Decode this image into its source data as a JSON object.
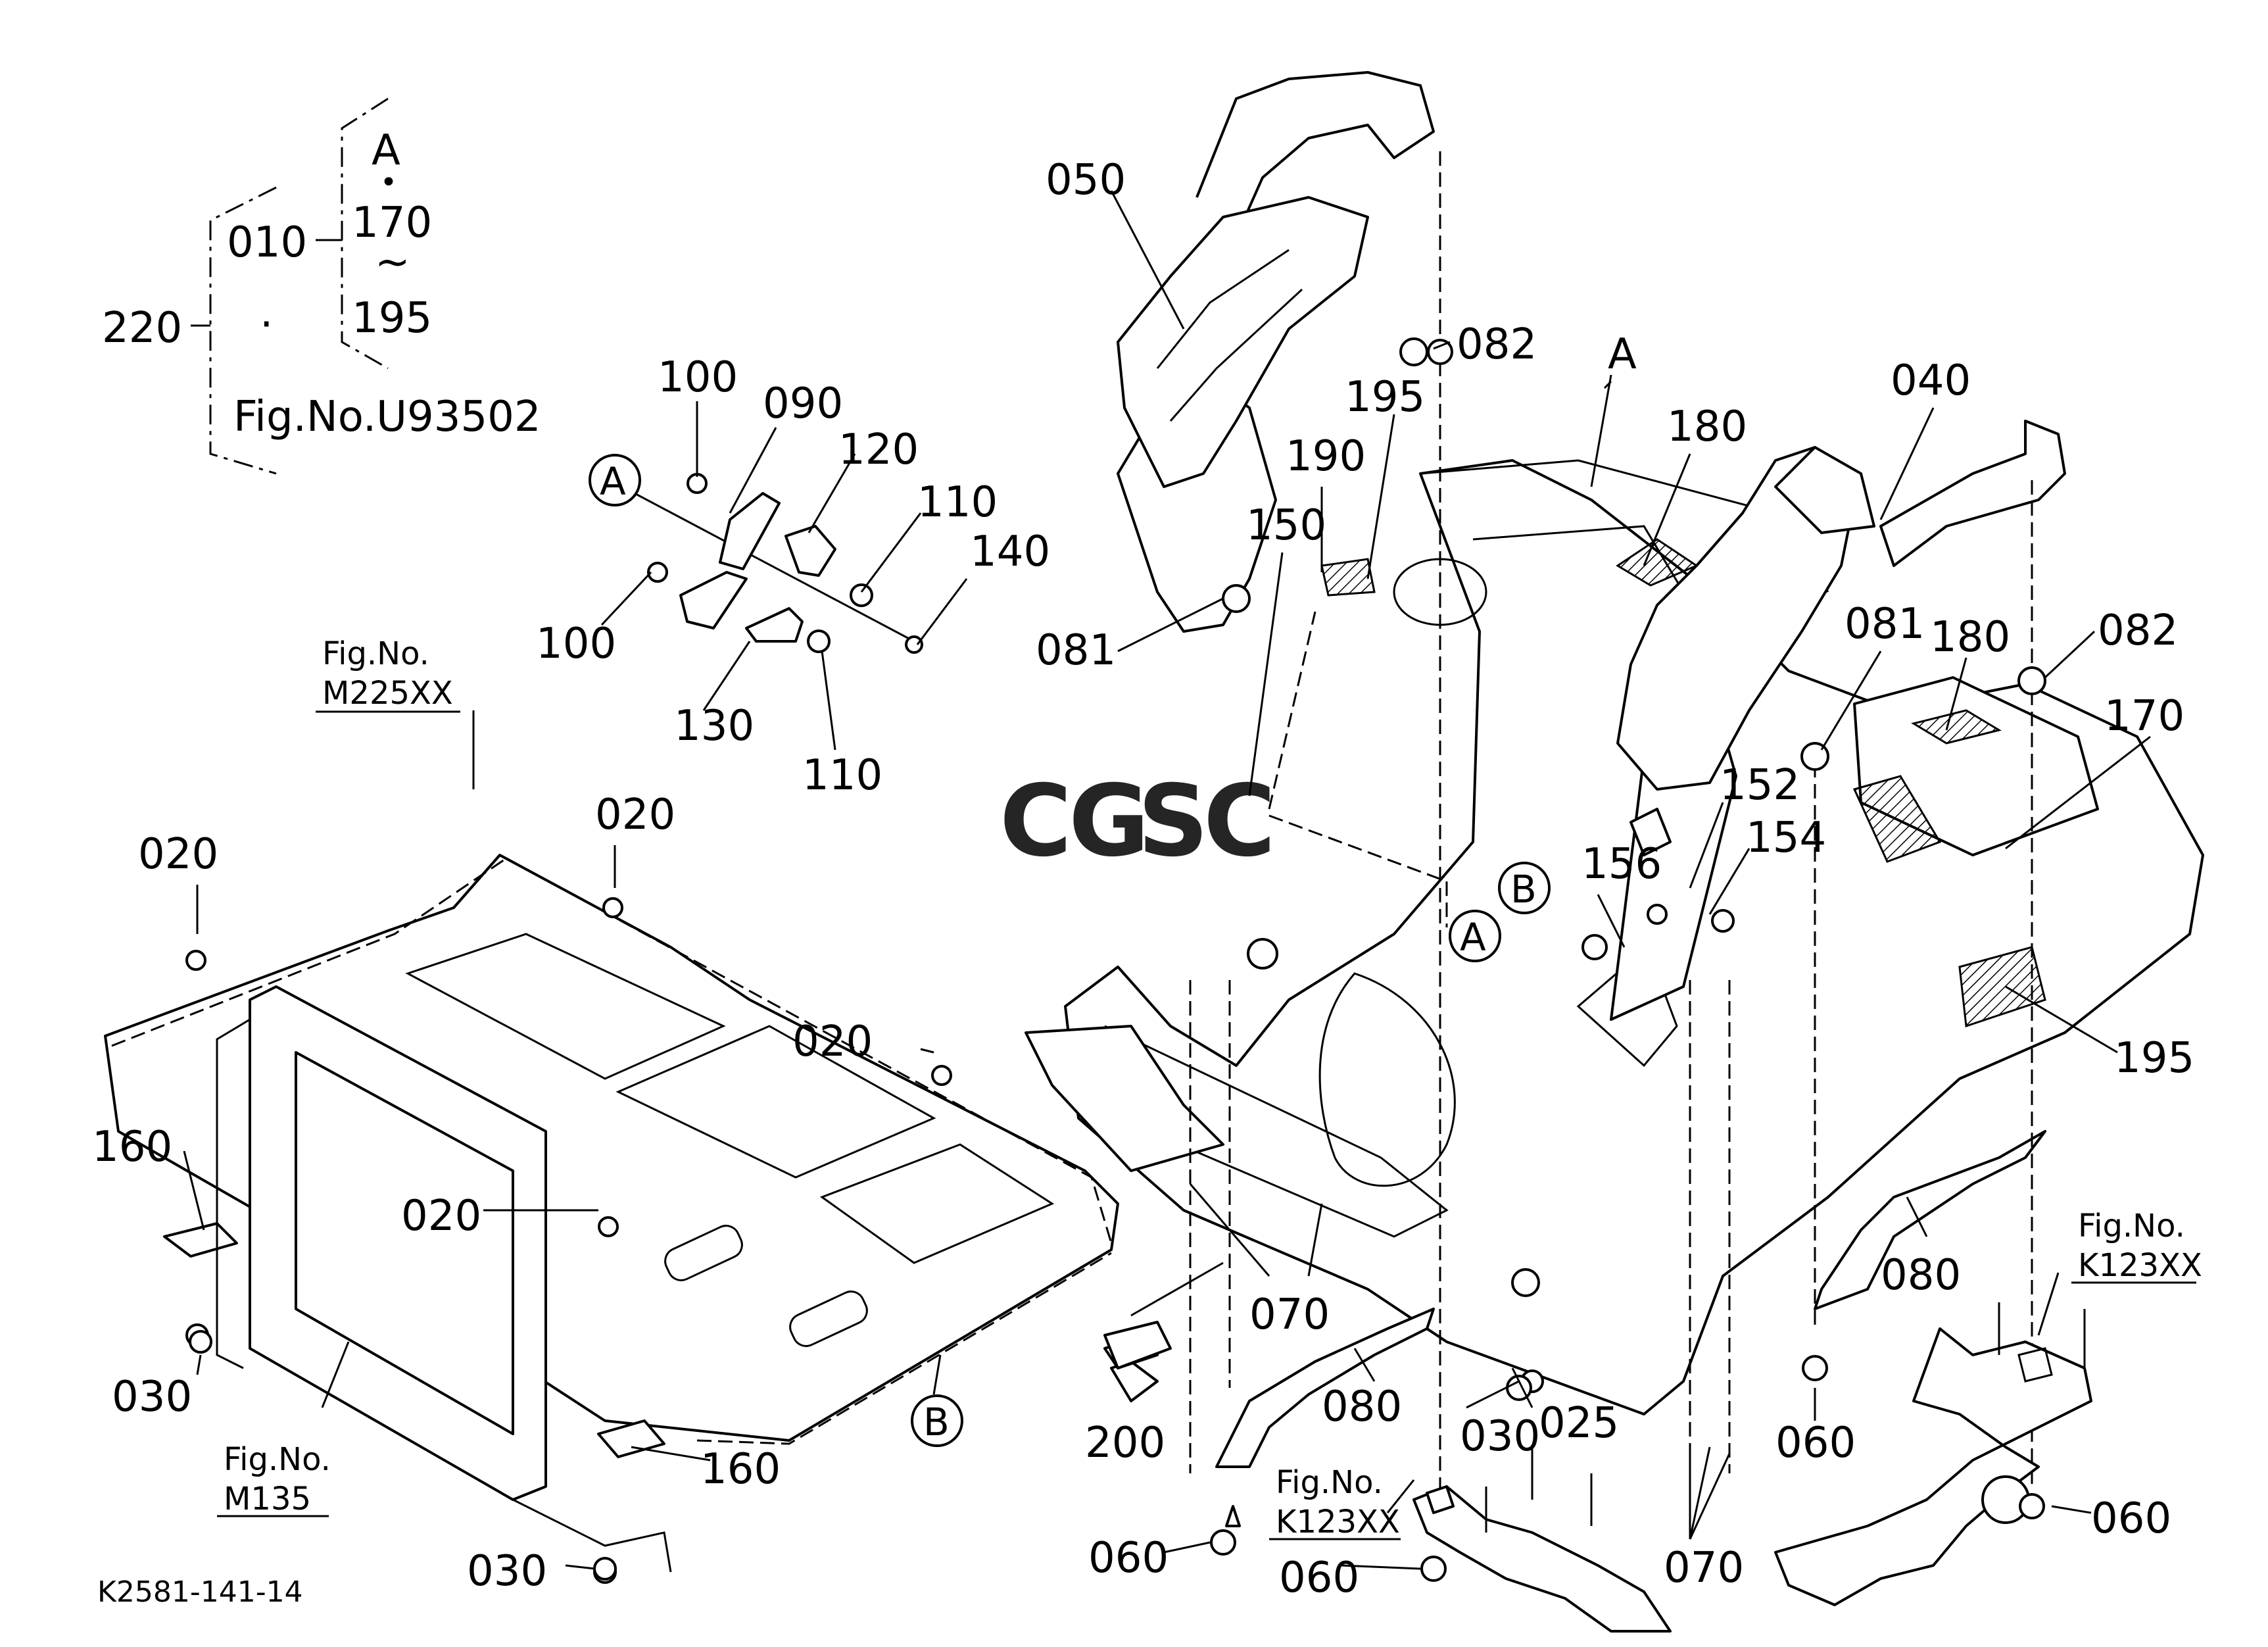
{
  "diagram": {
    "code": "K2581-141-14",
    "watermark": {
      "letters": [
        "C",
        "G",
        "S",
        "C"
      ],
      "colors": [
        "#4a86e8",
        "#ea4335",
        "#fbbc05",
        "#34a853"
      ]
    },
    "legend": {
      "outer": "220",
      "inner": "010",
      "dot": "·",
      "range_top": "A",
      "range_dot": "•",
      "range_start": "170",
      "range_tilde": "~",
      "range_end": "195",
      "fig_ref": "Fig.No.U93502"
    },
    "markers": {
      "A_bracket": "A",
      "A_floor": "A",
      "A_top": "A",
      "B_floor": "B",
      "B_mat": "B"
    },
    "fig_refs": {
      "m225": [
        "Fig.No.",
        "M225XX"
      ],
      "m135": [
        "Fig.No.",
        "M135"
      ],
      "k123_left": [
        "Fig.No.",
        "K123XX"
      ],
      "k123_right": [
        "Fig.No.",
        "K123XX"
      ]
    },
    "parts": {
      "p050": "050",
      "p082a": "082",
      "p195a": "195",
      "p190": "190",
      "p150": "150",
      "p081a": "081",
      "p180a": "180",
      "p040": "040",
      "p081b": "081",
      "p180b": "180",
      "p082b": "082",
      "p170": "170",
      "p152": "152",
      "p154": "154",
      "p156": "156",
      "p195b": "195",
      "p080a": "080",
      "p080b": "080",
      "p070a": "070",
      "p070b": "070",
      "p200": "200",
      "p030a": "030",
      "p025": "025",
      "p060a": "060",
      "p060b": "060",
      "p060c": "060",
      "p060d": "060",
      "p100a": "100",
      "p090": "090",
      "p120": "120",
      "p110a": "110",
      "p140": "140",
      "p100b": "100",
      "p130": "130",
      "p110b": "110",
      "p020a": "020",
      "p020b": "020",
      "p020c": "020",
      "p020d": "020",
      "p160a": "160",
      "p160b": "160",
      "p030b": "030",
      "p030c": "030"
    }
  }
}
